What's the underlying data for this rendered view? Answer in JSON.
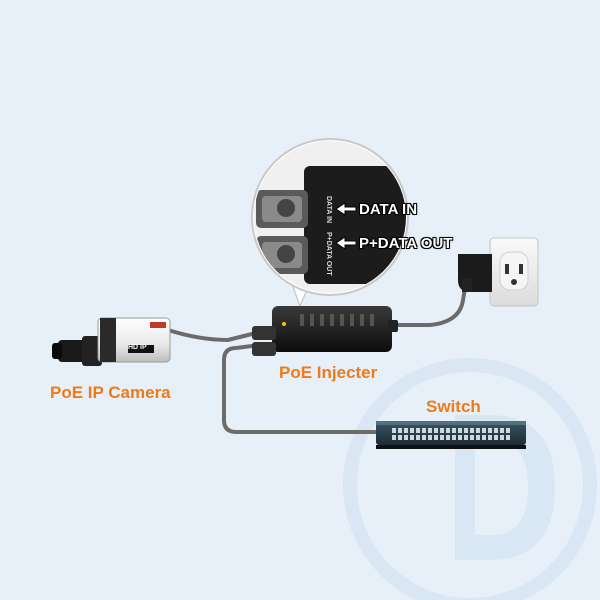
{
  "labels": {
    "camera": "PoE IP Camera",
    "injector": "PoE Injecter",
    "switch": "Switch"
  },
  "callout": {
    "data_in": "DATA IN",
    "pdata_out": "P+DATA OUT",
    "port_top_line1": "DATA",
    "port_top_line2": "IN",
    "port_bottom_line1": "P+DATA",
    "port_bottom_line2": "OUT"
  },
  "camera_badge": "HD IP",
  "colors": {
    "background": "#e7f0f9",
    "label_orange": "#f07a16",
    "cable": "#6b6b6b",
    "device_dark": "#1f1f1f",
    "watermark": "#d4e3f1"
  }
}
